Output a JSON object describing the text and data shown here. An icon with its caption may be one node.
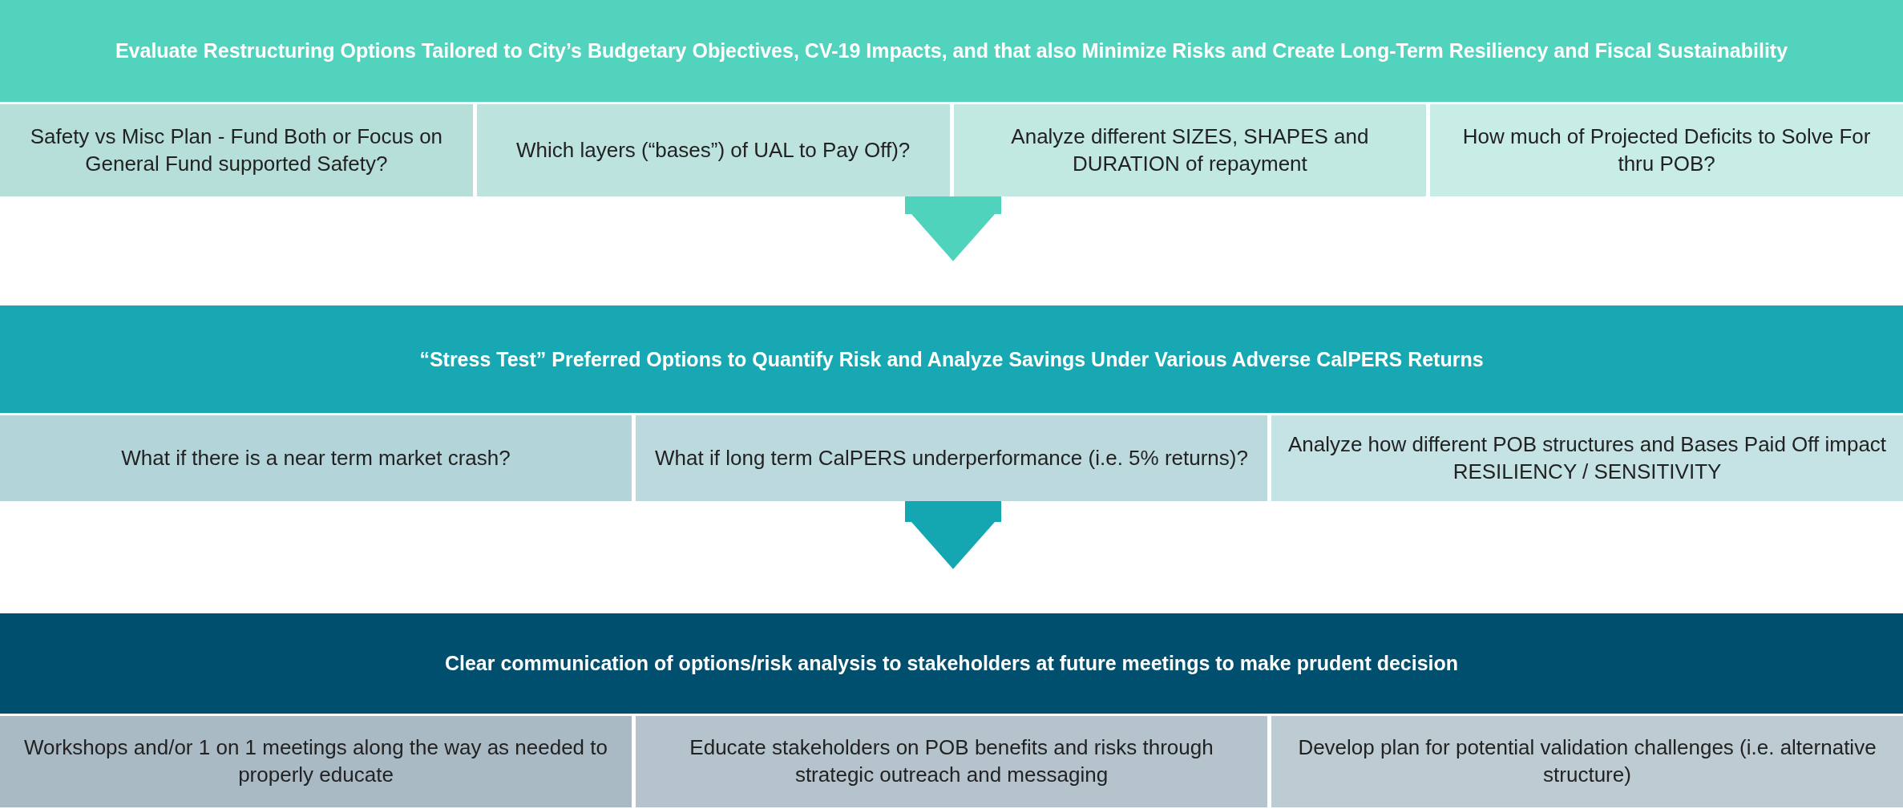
{
  "diagram": {
    "nodes": [
      {
        "text": [
          "Evaluate Restructuring Options Tailored to City’s Budgetary Objectives, CV-19 Impacts, and that also Minimize Risks and Create Long-Term Resiliency and Fiscal Sustainability"
        ]
      },
      {
        "text": [
          "Safety vs Misc Plan - Fund Both or Focus on General Fund supported Safety?"
        ],
        "in": 0
      },
      {
        "text": [
          "Which layers (“bases”) of UAL to Pay Off)?"
        ],
        "in": 0
      },
      {
        "text": [
          "Analyze different SIZES, SHAPES and DURATION of repayment"
        ],
        "in": 0
      },
      {
        "text": [
          "How much of Projected Deficits to Solve For thru POB?"
        ],
        "in": 0
      },
      {
        "text": [
          "“Stress Test” Preferred Options to Quantify Risk and Analyze Savings Under Various Adverse CalPERS Returns"
        ]
      },
      {
        "text": [
          "What if there is a near term market crash?"
        ],
        "in": 5
      },
      {
        "text": [
          "What if long term CalPERS underperformance (i.e. 5% returns)?"
        ],
        "in": 5
      },
      {
        "text": [
          "Analyze how different POB structures and Bases Paid Off impact RESILIENCY / SENSITIVITY"
        ],
        "in": 5
      },
      {
        "text": [
          "Clear communication of options/risk analysis to stakeholders at future meetings to make prudent decision"
        ]
      },
      {
        "text": [
          "Workshops and/or 1 on 1 meetings along the way as needed to properly educate"
        ],
        "in": 9
      },
      {
        "text": [
          "Educate stakeholders on POB benefits and risks through strategic outreach and messaging"
        ],
        "in": 9
      },
      {
        "text": [
          "Develop plan for potential validation challenges (i.e. alternative structure)"
        ],
        "in": 9
      }
    ],
    "edges": [
      {
        "from": 0,
        "to": 5,
        "arrow": "to",
        "color": "#4fd3bd"
      },
      {
        "from": 5,
        "to": 9,
        "arrow": "to",
        "color": "#14a7b2"
      }
    ]
  }
}
